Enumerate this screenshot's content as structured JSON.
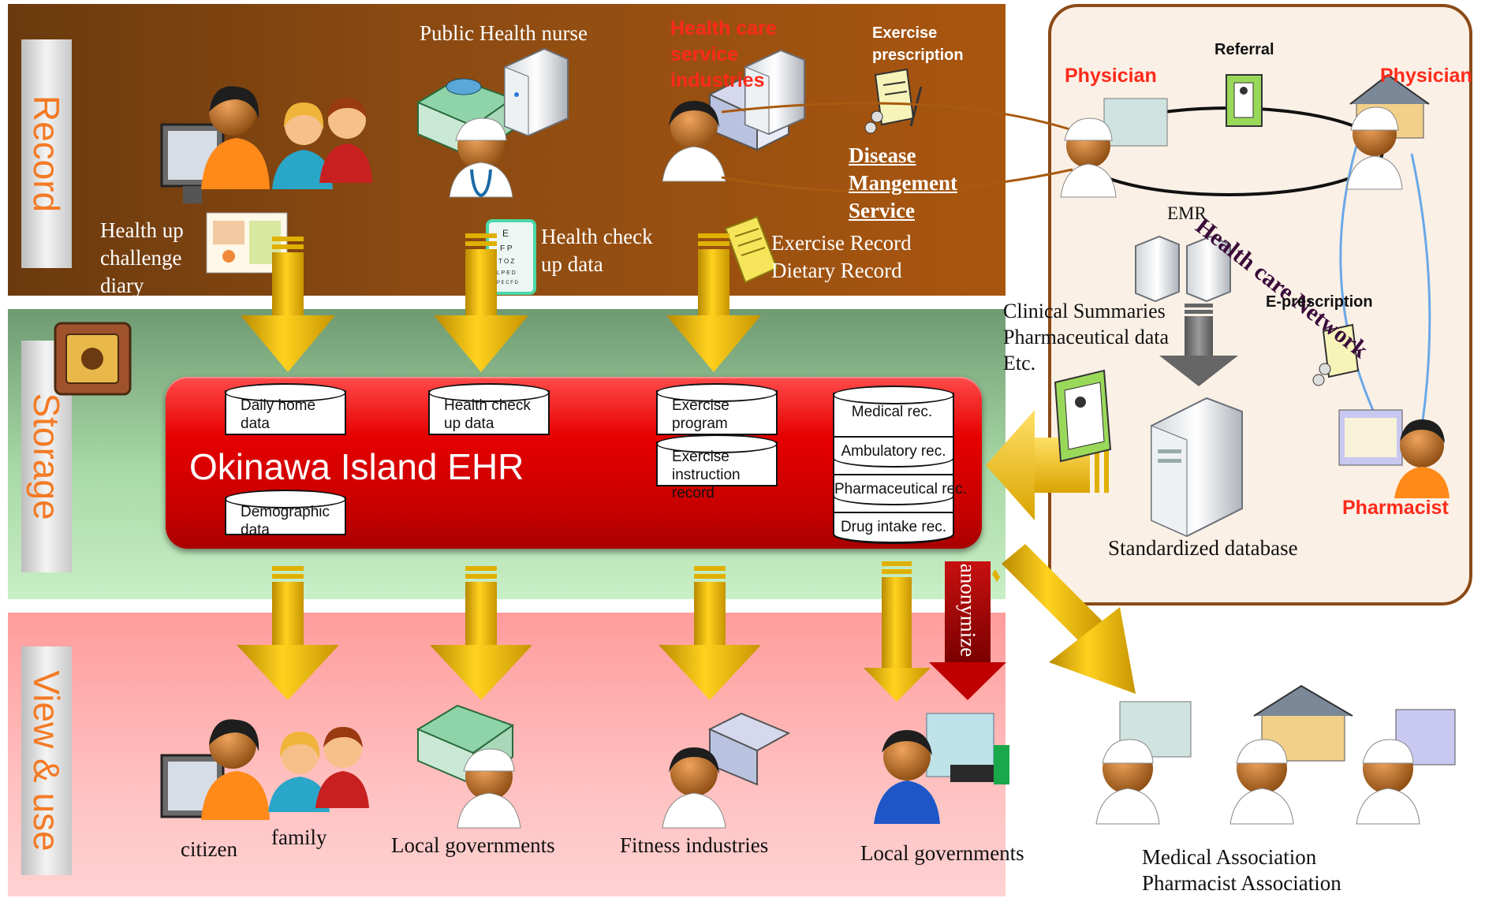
{
  "layers": {
    "record": "Record",
    "storage": "Storage",
    "view_use": "View & use"
  },
  "record": {
    "public_health_nurse": "Public Health nurse",
    "health_care_service_industries": "Health care service industries",
    "exercise_prescription": "Exercise prescription",
    "disease_management": [
      "Disease",
      "Mangement",
      "Service"
    ],
    "health_up_diary": [
      "Health up",
      "challenge",
      "diary"
    ],
    "health_checkup_data": [
      "Health check",
      "up data"
    ],
    "exercise_dietary": [
      "Exercise Record",
      "Dietary Record"
    ]
  },
  "ehr": {
    "title": "Okinawa Island EHR",
    "databases": {
      "daily_home": "Daily home data",
      "health_check": "Health check up data",
      "exercise_program": "Exercise program",
      "exercise_instruction": "Exercise instruction record",
      "demographic": "Demographic data"
    },
    "records": [
      "Medical rec.",
      "Ambulatory rec.",
      "Pharmaceutical rec.",
      "Drug intake rec."
    ]
  },
  "network": {
    "physician_left": "Physician",
    "physician_right": "Physician",
    "referral": "Referral",
    "title": "Health care Network",
    "emr": "EMR",
    "clinical": [
      "Clinical Summaries",
      "Pharmaceutical data",
      "Etc."
    ],
    "e_prescription": "E-prescription",
    "pharmacist": "Pharmacist",
    "standardized_db": "Standardized database"
  },
  "view": {
    "anonymize": "anonymize",
    "citizen": "citizen",
    "family": "family",
    "local_gov_1": "Local governments",
    "fitness": "Fitness industries",
    "local_gov_2": "Local governments",
    "associations": [
      "Medical Association",
      "Pharmacist Association"
    ]
  },
  "colors": {
    "record_band": "#8a4a12",
    "storage_band": "#a8d8a6",
    "view_band": "#ffb0b0",
    "ehr_red": "#e60000",
    "arrow_gold": "#e0b000",
    "accent_orange": "#f37a24",
    "label_red": "#ff2a1a"
  }
}
